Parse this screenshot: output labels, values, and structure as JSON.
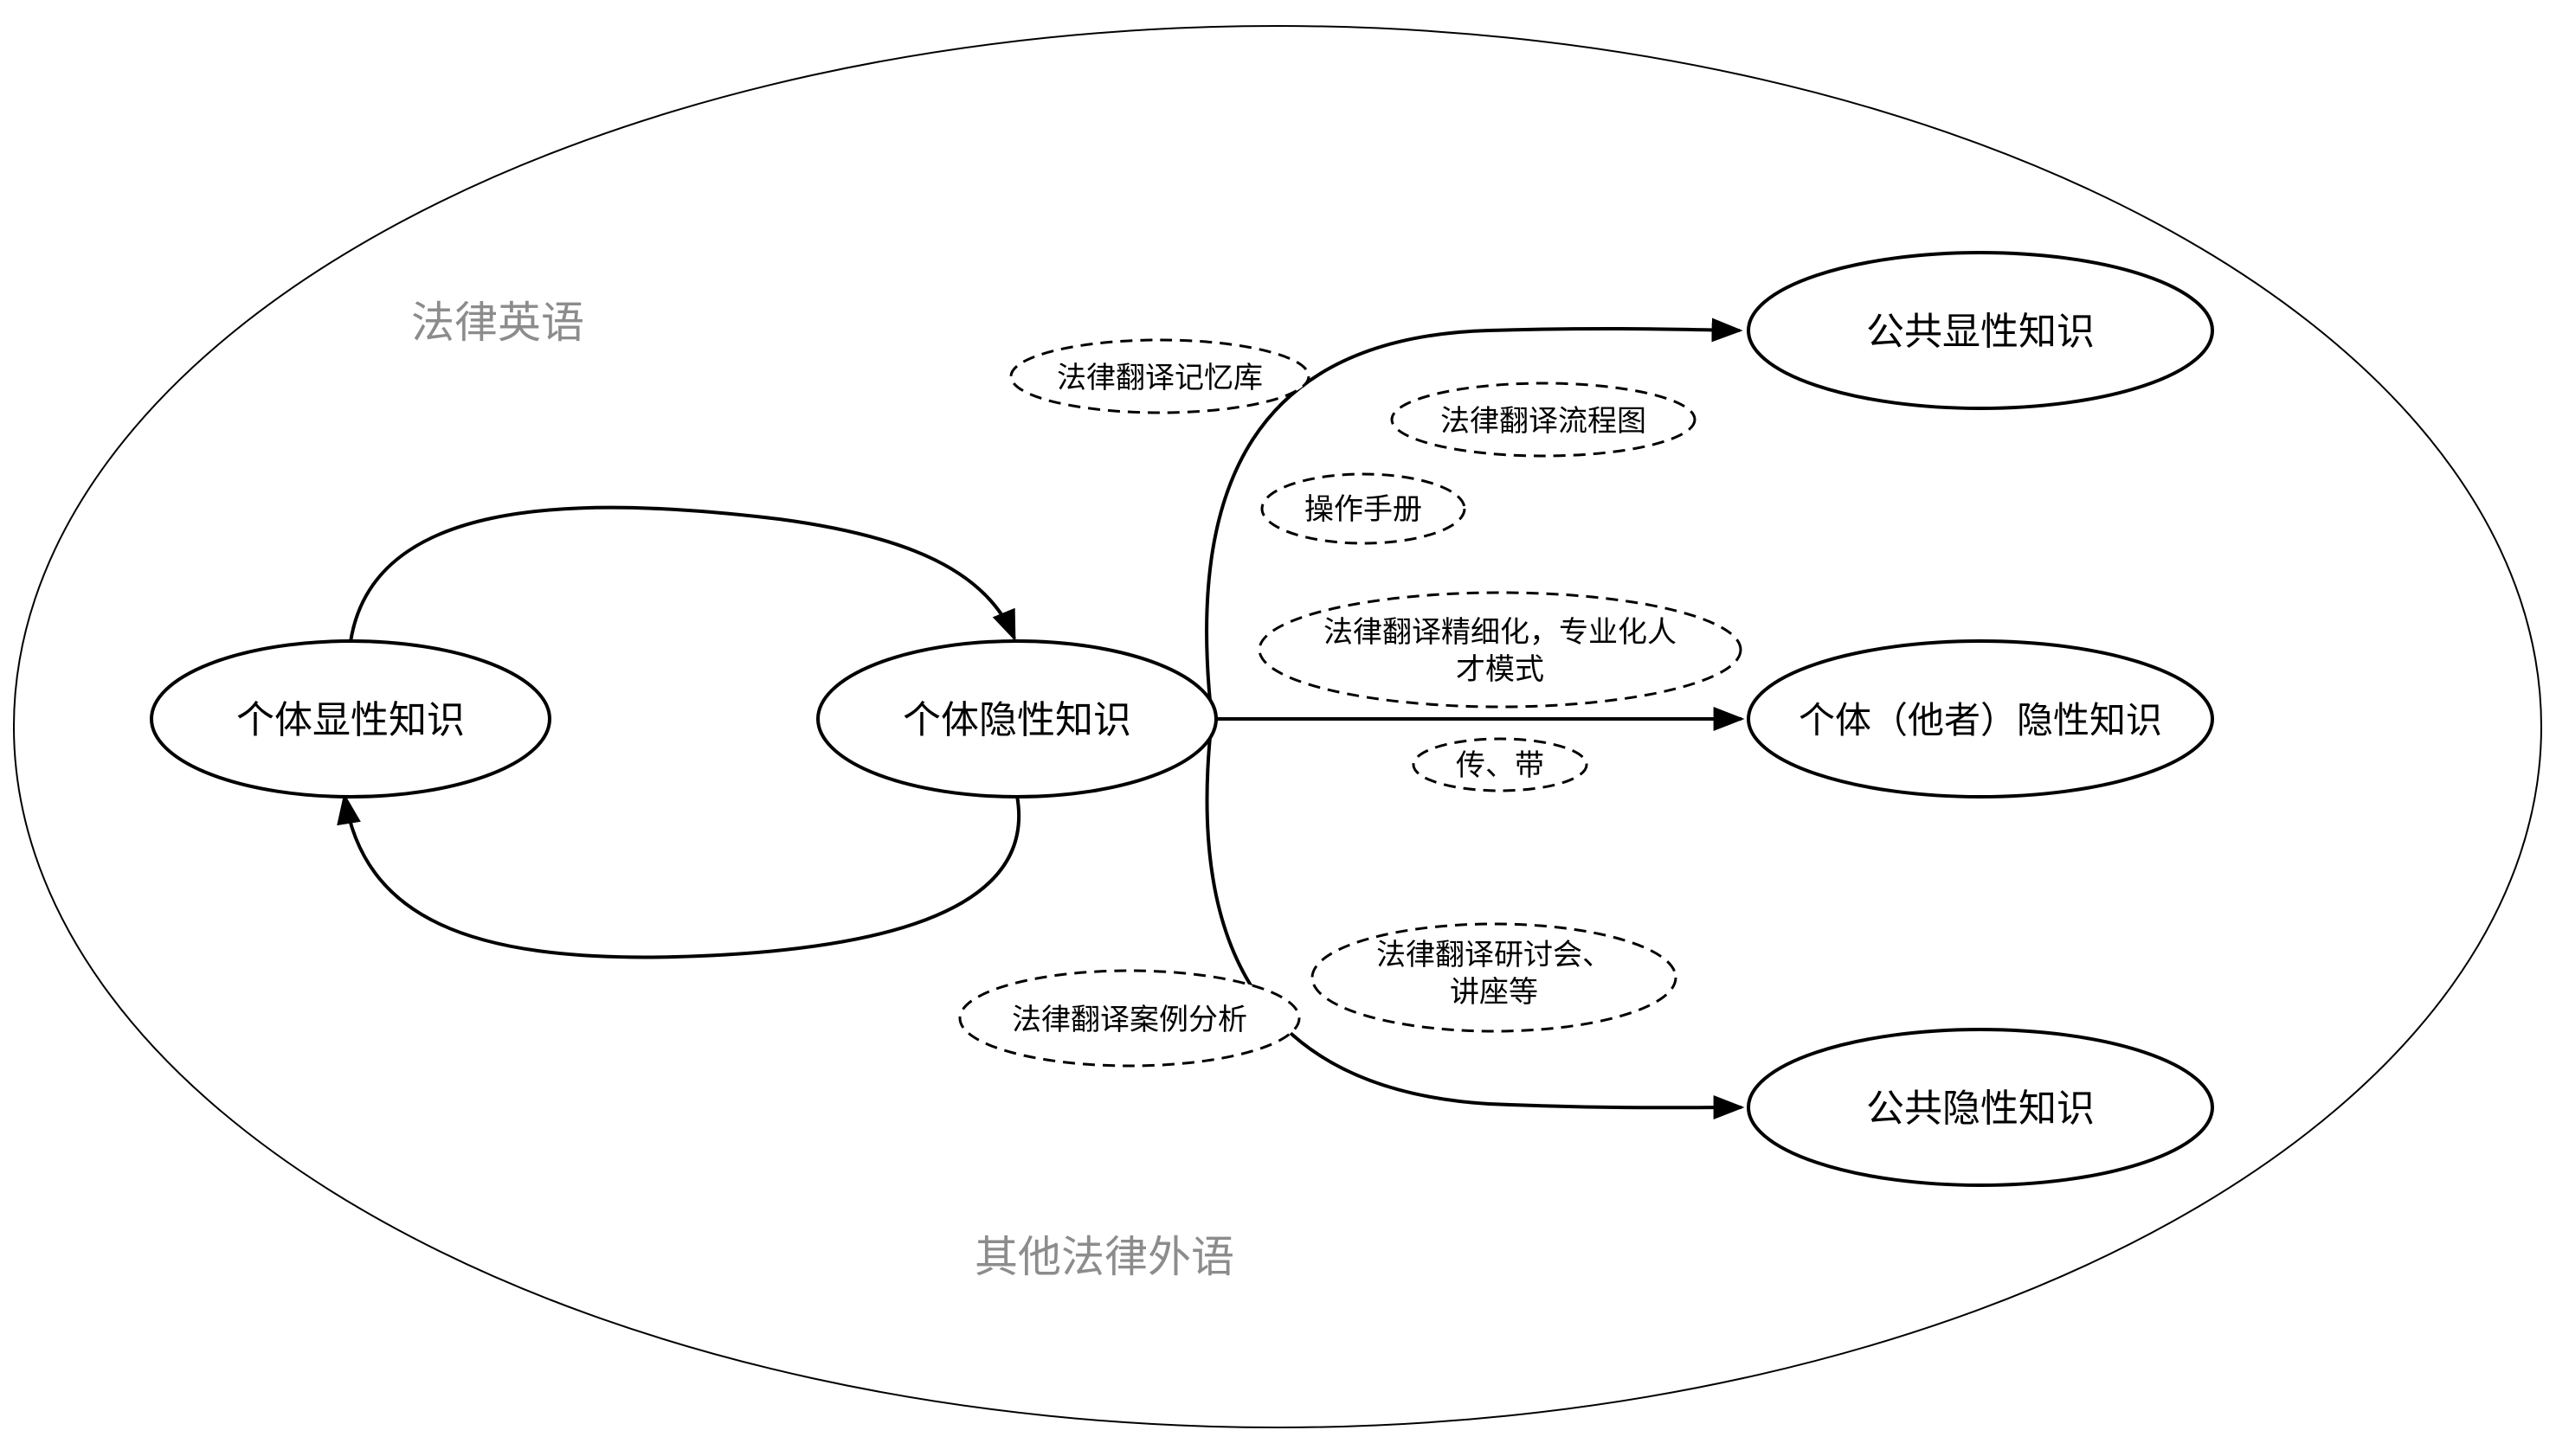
{
  "regions": {
    "legal_english": "法律英语",
    "other_legal_languages": "其他法律外语"
  },
  "nodes": {
    "individual_explicit": "个体显性知识",
    "individual_tacit": "个体隐性知识",
    "public_explicit": "公共显性知识",
    "other_individual_tacit": "个体（他者）隐性知识",
    "public_tacit": "公共隐性知识"
  },
  "methods": {
    "translation_memory": "法律翻译记忆库",
    "translation_flowchart": "法律翻译流程图",
    "operation_manual": "操作手册",
    "talent_model_line1": "法律翻译精细化，专业化人",
    "talent_model_line2": "才模式",
    "mentoring": "传、带",
    "seminars_line1": "法律翻译研讨会、",
    "seminars_line2": "讲座等",
    "case_analysis": "法律翻译案例分析"
  }
}
